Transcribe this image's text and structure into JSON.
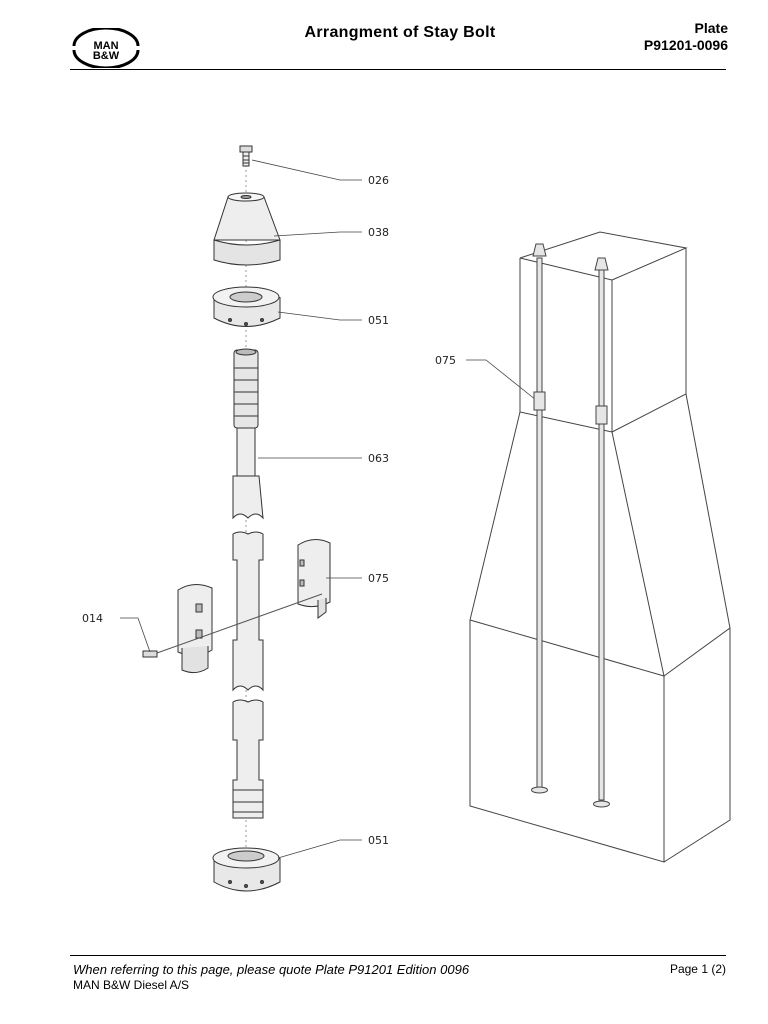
{
  "header": {
    "logo": {
      "line1": "MAN",
      "line2": "B&W"
    },
    "title": "Arrangment of Stay Bolt",
    "plate_label": "Plate",
    "plate_number": "P91201-0096"
  },
  "callouts": {
    "c026": "026",
    "c038": "038",
    "c051_top": "051",
    "c063": "063",
    "c075_left": "075",
    "c014": "014",
    "c075_right": "075",
    "c051_bottom": "051"
  },
  "footer": {
    "note": "When referring to this page, please quote Plate P91201 Edition 0096",
    "company": "MAN B&W Diesel A/S",
    "page": "Page 1 (2)"
  }
}
